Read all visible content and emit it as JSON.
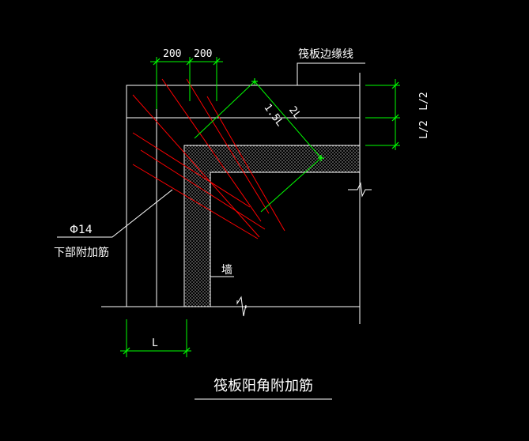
{
  "drawing": {
    "title": "筏板阳角附加筋",
    "labels": {
      "edge_line": "筏板边缘线",
      "bar_spec": "Φ14",
      "bar_desc": "下部附加筋",
      "wall": "墙"
    },
    "dimensions": {
      "top_left": "200",
      "top_right": "200",
      "right_upper": "L/2",
      "right_lower": "L/2",
      "bottom": "L",
      "diagonal_a": "1.5L",
      "diagonal_b": "2L"
    },
    "colors": {
      "background": "#000000",
      "lines": "#ffffff",
      "rebar": "#ff0000",
      "dimension": "#00ff00"
    }
  }
}
